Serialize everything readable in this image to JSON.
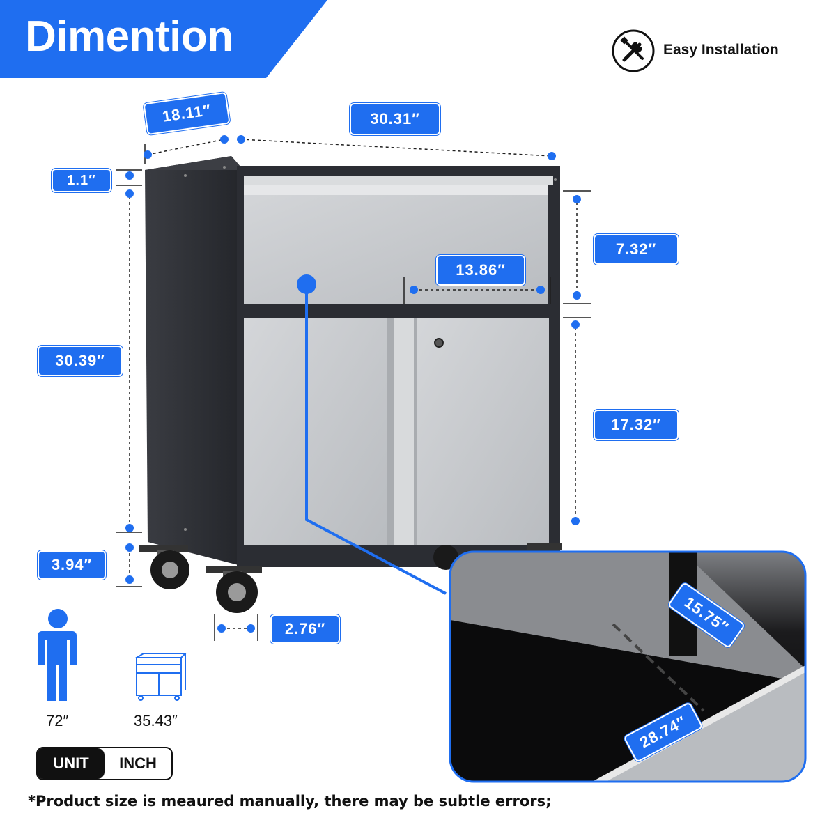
{
  "header": {
    "title": "Dimention",
    "feature_label": "Easy Installation",
    "feature_icon": "wrench-screwdriver-icon"
  },
  "dimensions": {
    "depth": "18.11″",
    "width": "30.31″",
    "top_thickness": "1.1″",
    "body_height": "30.39″",
    "drawer_height": "7.32″",
    "drawer_width": "13.86″",
    "door_height": "17.32″",
    "caster_height": "3.94″",
    "caster_width": "2.76″",
    "inner_depth": "15.75″",
    "inner_width": "28.74″"
  },
  "scale": {
    "person_height": "72″",
    "cabinet_height": "35.43″",
    "person_icon": "person-icon",
    "cabinet_icon": "cabinet-outline-icon"
  },
  "unit": {
    "label": "UNIT",
    "value": "INCH"
  },
  "footnote": "*Product size is meaured manually, there may be subtle errors;",
  "colors": {
    "accent": "#1f6ef0",
    "cabinet_frame": "#2b2d33",
    "panel": "#c9cbcf"
  }
}
